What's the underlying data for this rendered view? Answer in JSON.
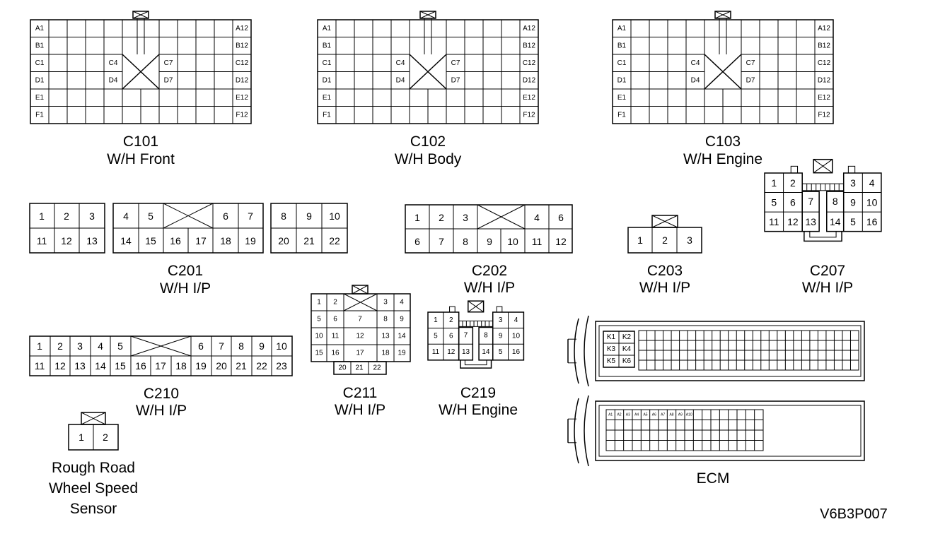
{
  "connectors": {
    "c101": {
      "id": "C101",
      "name": "W/H Front"
    },
    "c102": {
      "id": "C102",
      "name": "W/H Body"
    },
    "c103": {
      "id": "C103",
      "name": "W/H Engine"
    },
    "c201": {
      "id": "C201",
      "name": "W/H I/P"
    },
    "c202": {
      "id": "C202",
      "name": "W/H I/P"
    },
    "c203": {
      "id": "C203",
      "name": "W/H I/P"
    },
    "c207": {
      "id": "C207",
      "name": "W/H I/P"
    },
    "c210": {
      "id": "C210",
      "name": "W/H I/P"
    },
    "c211": {
      "id": "C211",
      "name": "W/H I/P"
    },
    "c219": {
      "id": "C219",
      "name": "W/H Engine"
    },
    "sensor": {
      "line1": "Rough Road",
      "line2": "Wheel Speed",
      "line3": "Sensor"
    },
    "ecm": {
      "id": "ECM"
    }
  },
  "large_grid_labels": {
    "left": [
      "A1",
      "B1",
      "C1",
      "D1",
      "E1",
      "F1"
    ],
    "right": [
      "A12",
      "B12",
      "C12",
      "D12",
      "E12",
      "F12"
    ],
    "center": [
      "C4",
      "D4",
      "C7",
      "D7"
    ]
  },
  "pins": {
    "c201": {
      "top": [
        "1",
        "2",
        "3",
        "4",
        "5",
        "6",
        "7",
        "8",
        "9",
        "10"
      ],
      "bottom": [
        "11",
        "12",
        "13",
        "14",
        "15",
        "16",
        "17",
        "18",
        "19",
        "20",
        "21",
        "22"
      ]
    },
    "c202": {
      "top": [
        "1",
        "2",
        "3",
        "4",
        "6"
      ],
      "bottom": [
        "6",
        "7",
        "8",
        "9",
        "10",
        "11",
        "12"
      ]
    },
    "c203": [
      "1",
      "2",
      "3"
    ],
    "c207": [
      "1",
      "2",
      "5",
      "6",
      "11",
      "12",
      "7",
      "13",
      "8",
      "14",
      "3",
      "4",
      "9",
      "10",
      "5",
      "16"
    ],
    "c210": {
      "top": [
        "1",
        "2",
        "3",
        "4",
        "5",
        "6",
        "7",
        "8",
        "9",
        "10"
      ],
      "bottom": [
        "11",
        "12",
        "13",
        "14",
        "15",
        "16",
        "17",
        "18",
        "19",
        "20",
        "21",
        "22",
        "23"
      ]
    },
    "c211": [
      "1",
      "2",
      "3",
      "4",
      "5",
      "6",
      "7",
      "8",
      "9",
      "10",
      "11",
      "12",
      "13",
      "14",
      "15",
      "16",
      "17",
      "18",
      "19",
      "20",
      "21",
      "22"
    ],
    "c219": [
      "1",
      "2",
      "5",
      "6",
      "11",
      "12",
      "7",
      "13",
      "8",
      "14",
      "3",
      "4",
      "9",
      "10",
      "5",
      "16"
    ],
    "sensor": [
      "1",
      "2"
    ],
    "ecm_k": [
      "K1",
      "K2",
      "K3",
      "K4",
      "K5",
      "K6"
    ],
    "ecm_a": [
      "A1",
      "A2",
      "A3",
      "A4",
      "A5",
      "A6",
      "A7",
      "A8",
      "A9",
      "A10"
    ]
  },
  "figure_code": "V6B3P007"
}
